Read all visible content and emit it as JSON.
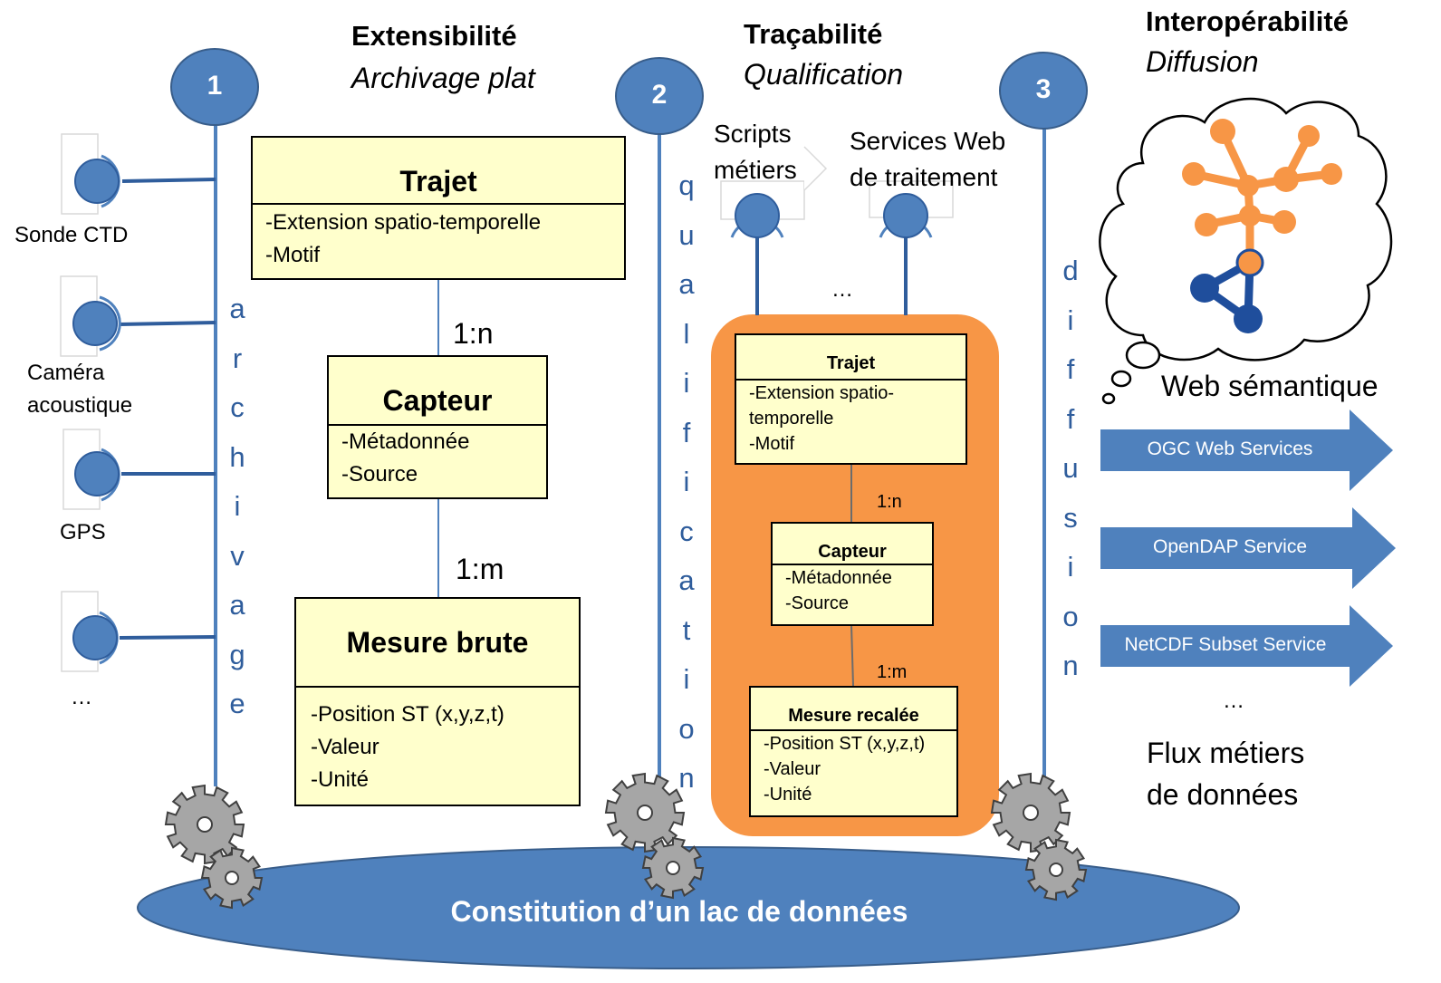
{
  "columns": [
    {
      "number": "1",
      "title": "Extensibilité",
      "subtitle": "Archivage plat",
      "vertical_label": "archivage"
    },
    {
      "number": "2",
      "title": "Traçabilité",
      "subtitle": "Qualification",
      "vertical_label": "qualification"
    },
    {
      "number": "3",
      "title": "Interopérabilité",
      "subtitle": "Diffusion",
      "vertical_label": "diffusion"
    }
  ],
  "sources": [
    {
      "label": "Sonde CTD"
    },
    {
      "label": "Caméra\nacoustique"
    },
    {
      "label": "GPS"
    },
    {
      "label": "…"
    }
  ],
  "model_raw": {
    "trajet": {
      "name": "Trajet",
      "attrs": [
        "-Extension spatio-temporelle",
        "-Motif"
      ]
    },
    "mult1": "1:n",
    "capteur": {
      "name": "Capteur",
      "attrs": [
        "-Métadonnée",
        "-Source"
      ]
    },
    "mult2": "1:m",
    "mesure": {
      "name": "Mesure brute",
      "attrs": [
        "-Position ST (x,y,z,t)",
        "-Valeur",
        "-Unité"
      ]
    }
  },
  "processing": {
    "scripts": "Scripts\nmétiers",
    "services": "Services Web\nde traitement",
    "ellipsis": "…"
  },
  "model_qualified": {
    "trajet": {
      "name": "Trajet",
      "attrs": [
        "-Extension spatio-",
        "temporelle",
        "-Motif"
      ]
    },
    "mult1": "1:n",
    "capteur": {
      "name": "Capteur",
      "attrs": [
        "-Métadonnée",
        "-Source"
      ]
    },
    "mult2": "1:m",
    "mesure": {
      "name": "Mesure recalée",
      "attrs": [
        "-Position ST (x,y,z,t)",
        "-Valeur",
        "-Unité"
      ]
    }
  },
  "diffusion": {
    "web_label": "Web sémantique",
    "services": [
      "OGC Web Services",
      "OpenDAP Service",
      "NetCDF Subset Service"
    ],
    "ellipsis": "…",
    "flux": "Flux métiers\nde données"
  },
  "lake_label": "Constitution d’un lac de données",
  "colors": {
    "blue": "#4f81bd",
    "dark_blue": "#2f5d9c",
    "orange": "#f79646",
    "uml_fill": "#ffffcc",
    "gear": "#a6a6a6"
  }
}
